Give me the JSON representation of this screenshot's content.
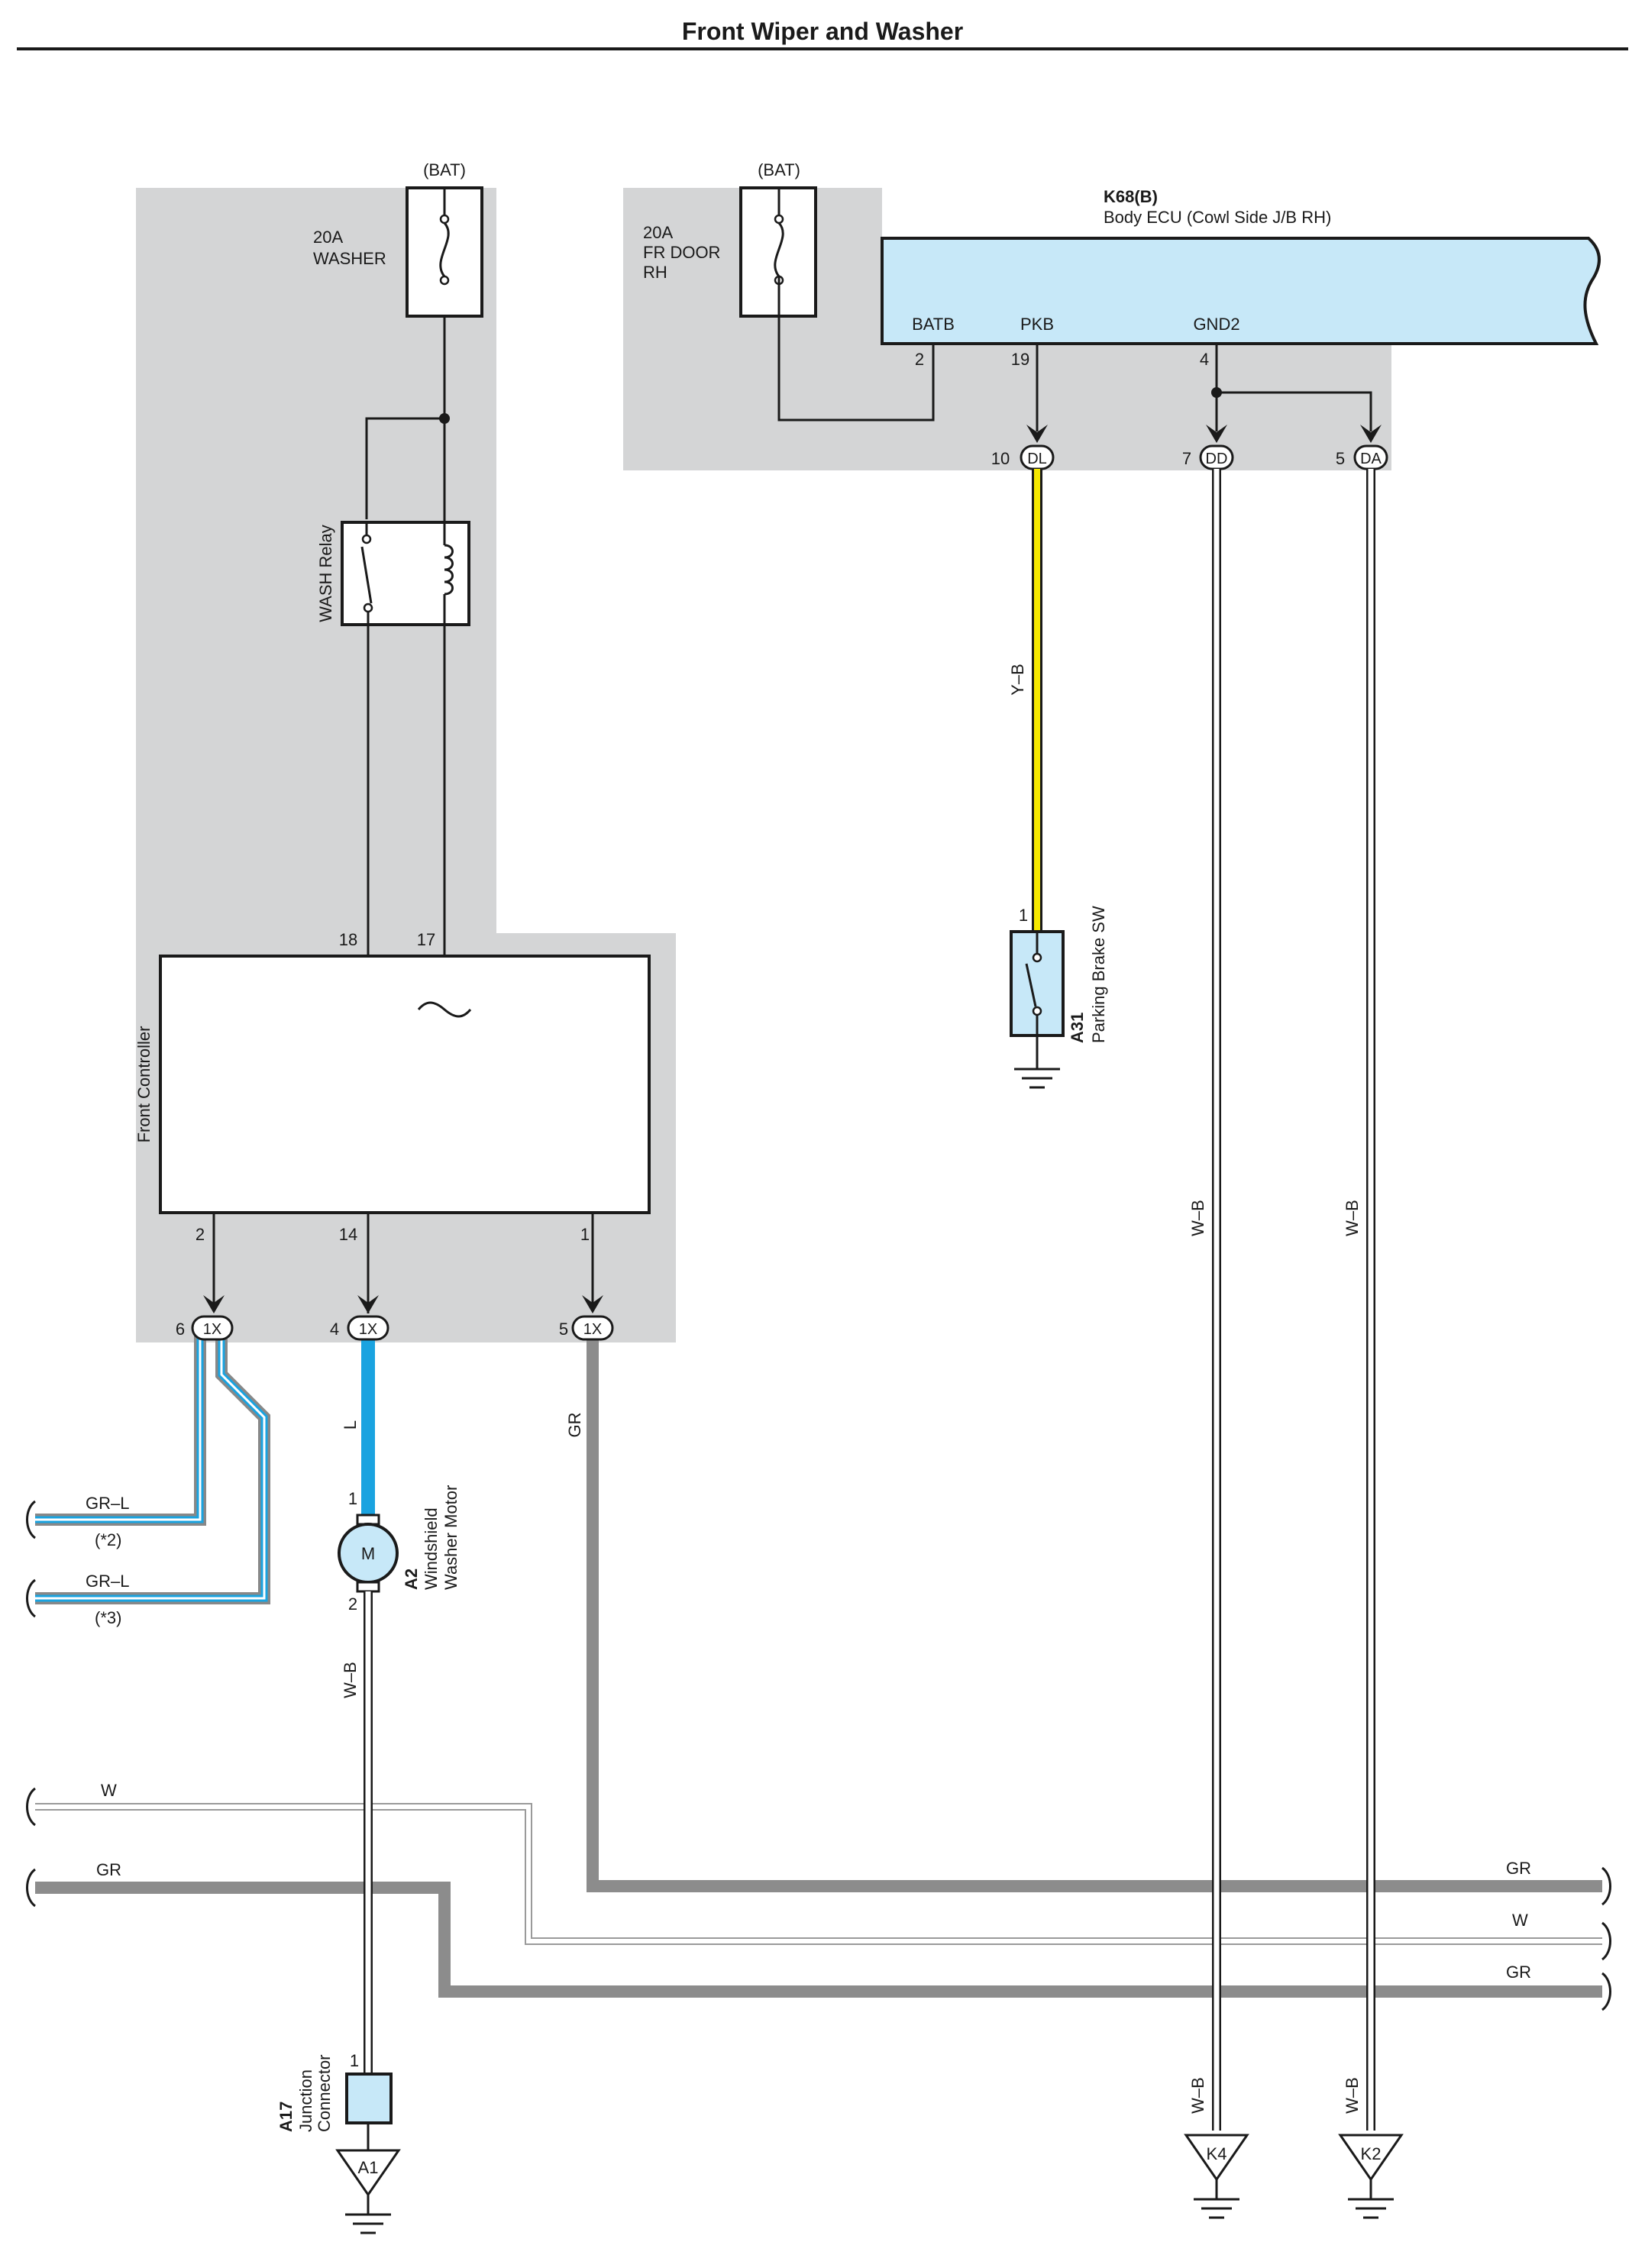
{
  "page": {
    "title": "Front Wiper and Washer"
  },
  "power": {
    "bat_left": "(BAT)",
    "bat_right": "(BAT)",
    "fuse_washer_amp": "20A",
    "fuse_washer_name": "WASHER",
    "fuse_door_amp": "20A",
    "fuse_door_line2": "FR DOOR",
    "fuse_door_line3": "RH"
  },
  "ecu": {
    "code": "K68(B)",
    "name": "Body ECU (Cowl Side J/B RH)",
    "pin_batb": "BATB",
    "pin_pkb": "PKB",
    "pin_gnd2": "GND2",
    "num_batb": "2",
    "num_pkb": "19",
    "num_gnd2": "4"
  },
  "connectors_top": {
    "dl_pin": "10",
    "dl_name": "DL",
    "dd_pin": "7",
    "dd_name": "DD",
    "da_pin": "5",
    "da_name": "DA"
  },
  "relay": {
    "name": "WASH Relay"
  },
  "controller": {
    "name": "Front Controller",
    "pin18": "18",
    "pin17": "17",
    "pin2": "2",
    "pin14": "14",
    "pin1": "1"
  },
  "connectors_1x": {
    "left_pin": "6",
    "mid_pin": "4",
    "right_pin": "5",
    "name": "1X"
  },
  "wires": {
    "yb": "Y–B",
    "wb_dd": "W–B",
    "wb_da": "W–B",
    "l": "L",
    "gr_vert": "GR",
    "grl_1": "GR–L",
    "grl_1_note": "(*2)",
    "grl_2": "GR–L",
    "grl_2_note": "(*3)",
    "wb_motor": "W–B",
    "w_left": "W",
    "gr_left": "GR",
    "gr_right_top": "GR",
    "w_right": "W",
    "gr_right_bottom": "GR",
    "wb_k4": "W–B",
    "wb_k2": "W–B"
  },
  "parking_brake": {
    "pin": "1",
    "code": "A31",
    "name": "Parking Brake SW"
  },
  "washer_motor": {
    "pin1": "1",
    "pin2": "2",
    "symbol": "M",
    "code": "A2",
    "name_line1": "Windshield",
    "name_line2": "Washer Motor"
  },
  "junction": {
    "pin": "1",
    "code": "A17",
    "name_line1": "Junction",
    "name_line2": "Connector"
  },
  "grounds": {
    "a1": "A1",
    "k4": "K4",
    "k2": "K2"
  },
  "colors": {
    "area_shade": "#d4d5d6",
    "ecu_fill": "#c7e8f8",
    "wire_yellow": "#f5e800",
    "wire_blue": "#1aa3e0",
    "wire_gray": "#8c8c8c",
    "wire_black": "#1a1a1a"
  }
}
